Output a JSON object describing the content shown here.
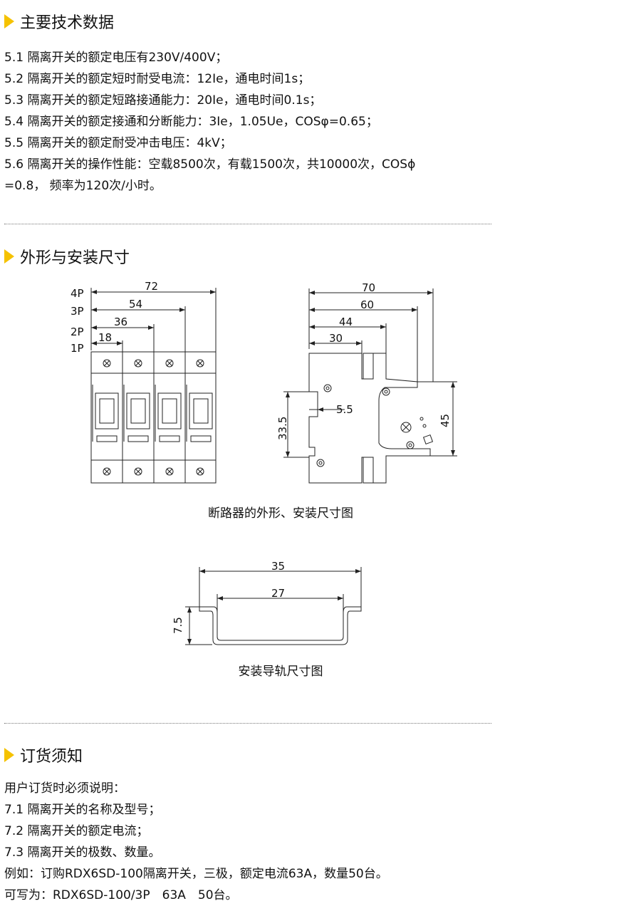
{
  "section1": {
    "title": "主要技术数据",
    "lines": [
      "5.1 隔离开关的额定电压有230V/400V；",
      "5.2 隔离开关的额定短时耐受电流：12Ie，通电时间1s；",
      "5.3 隔离开关的额定短路接通能力：20Ie，通电时间0.1s；",
      "5.4 隔离开关的额定接通和分断能力：3Ie，1.05Ue，COSφ=0.65；",
      "5.5 隔离开关的额定耐受冲击电压：4kV；",
      "5.6 隔离开关的操作性能：空载8500次，有载1500次，共10000次，COSϕ",
      "=0.8， 频率为120次/小时。"
    ]
  },
  "section2": {
    "title": "外形与安装尺寸",
    "breaker_caption": "断路器的外形、安装尺寸图",
    "rail_caption": "安装导轨尺寸图",
    "front_view": {
      "pole_labels": [
        "4P",
        "3P",
        "2P",
        "1P"
      ],
      "dims": [
        "72",
        "54",
        "36",
        "18"
      ]
    },
    "side_view": {
      "dims": [
        "70",
        "60",
        "44",
        "30",
        "5.5",
        "33.5",
        "45"
      ]
    },
    "rail": {
      "dims": [
        "35",
        "27",
        "7.5"
      ]
    }
  },
  "section3": {
    "title": "订货须知",
    "lines": [
      "用户订货时必须说明：",
      "7.1 隔离开关的名称及型号；",
      "7.2 隔离开关的额定电流；",
      "7.3 隔离开关的极数、数量。",
      "例如：订购RDX6SD-100隔离开关，三极，额定电流63A，数量50台。",
      "可写为：RDX6SD-100/3P　63A　50台。"
    ]
  },
  "colors": {
    "accent": "#f5c200",
    "text": "#111111",
    "line": "#222222"
  }
}
